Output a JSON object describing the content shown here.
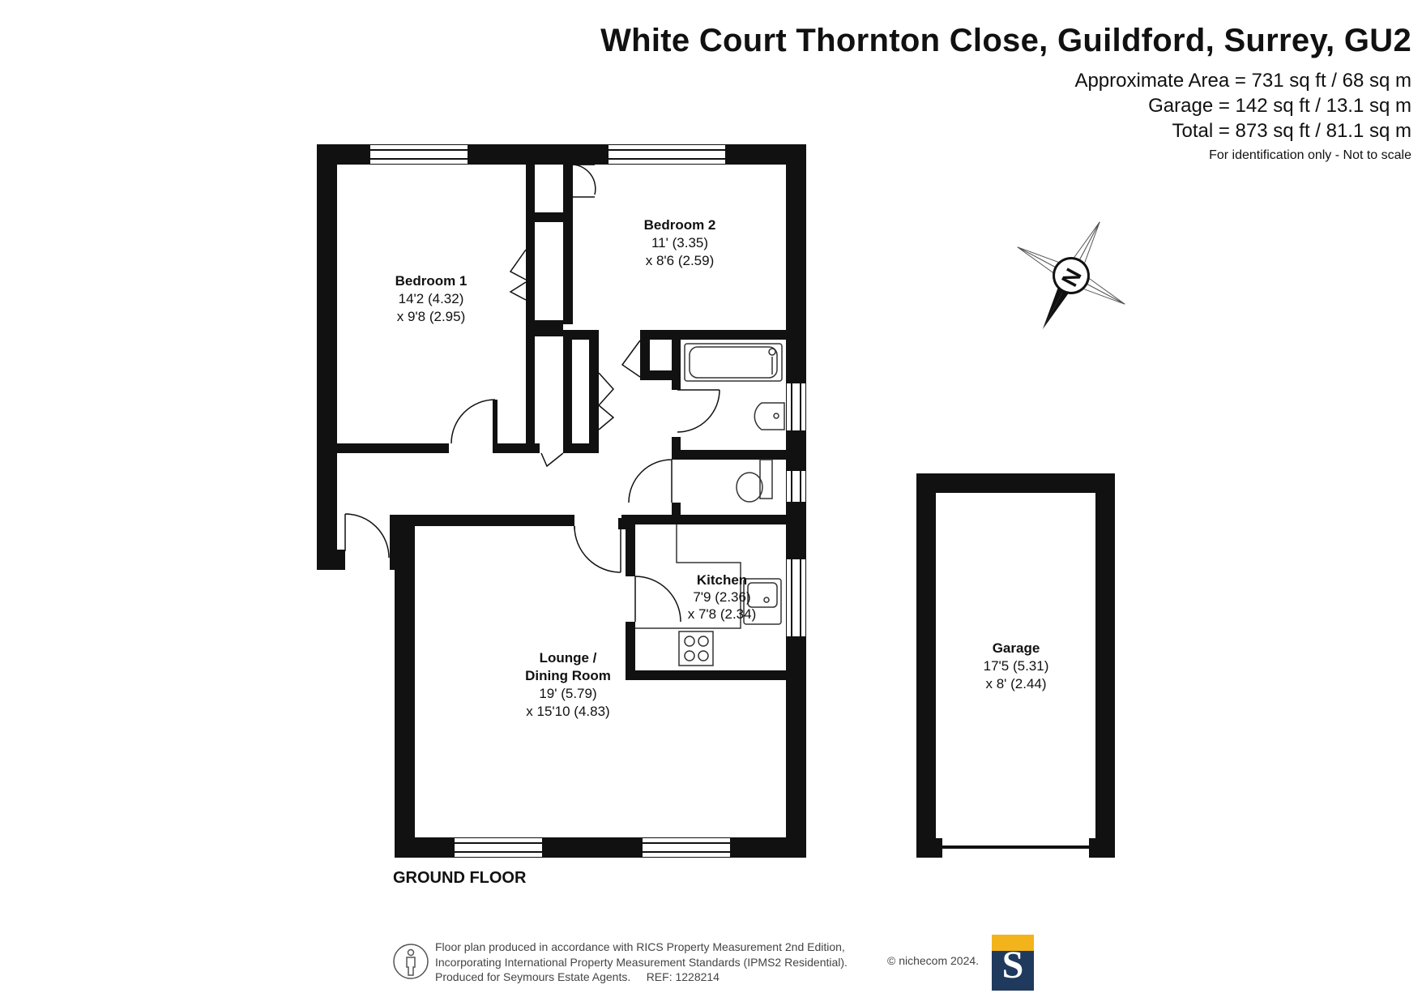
{
  "header": {
    "title": "White Court Thornton Close, Guildford, Surrey, GU2",
    "area_lines": [
      "Approximate Area = 731 sq ft / 68 sq m",
      "Garage = 142 sq ft / 13.1 sq m",
      "Total = 873 sq ft / 81.1 sq m"
    ],
    "note": "For identification only - Not to scale"
  },
  "rooms": {
    "bedroom1": {
      "name": "Bedroom 1",
      "dim1": "14'2 (4.32)",
      "dim2": "x 9'8 (2.95)"
    },
    "bedroom2": {
      "name": "Bedroom 2",
      "dim1": "11' (3.35)",
      "dim2": "x 8'6 (2.59)"
    },
    "kitchen": {
      "name": "Kitchen",
      "dim1": "7'9 (2.36)",
      "dim2": "x 7'8 (2.34)"
    },
    "lounge": {
      "name1": "Lounge /",
      "name2": "Dining Room",
      "dim1": "19' (5.79)",
      "dim2": "x 15'10 (4.83)"
    },
    "garage": {
      "name": "Garage",
      "dim1": "17'5 (5.31)",
      "dim2": "x 8' (2.44)"
    }
  },
  "compass": {
    "letter": "N"
  },
  "floor_label": "GROUND FLOOR",
  "footer": {
    "lines": [
      "Floor plan produced in accordance with RICS Property Measurement 2nd Edition,",
      "Incorporating International Property Measurement Standards (IPMS2 Residential).",
      "Produced for Seymours Estate Agents.     REF: 1228214"
    ],
    "copyright": "© nichecom 2024."
  },
  "logo": {
    "letter": "S",
    "colors": {
      "top": "#f3b31b",
      "bottom": "#1f3a5c"
    }
  },
  "colors": {
    "wall": "#111111",
    "background": "#ffffff"
  }
}
